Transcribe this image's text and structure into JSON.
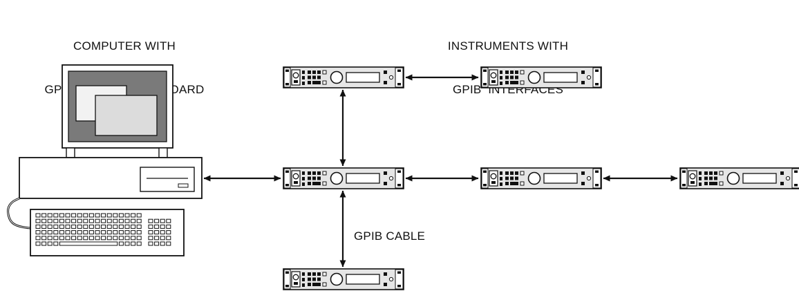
{
  "labels": {
    "computer_line1": "COMPUTER WITH",
    "computer_line2": "GPIB CONTROLLER BOARD",
    "instruments_line1": "INSTRUMENTS WITH",
    "instruments_line2": "GPIB  INTERFACES",
    "cable": "GPIB CABLE"
  },
  "colors": {
    "line": "#111111",
    "instrument_body": "#e6e6e6",
    "monitor_screen": "#7a7a7a",
    "window_back": "#f2f2f2",
    "window_front": "#dcdcdc"
  },
  "instruments": [
    {
      "id": "top-center"
    },
    {
      "id": "top-right"
    },
    {
      "id": "middle-center"
    },
    {
      "id": "middle-right"
    },
    {
      "id": "far-right"
    },
    {
      "id": "bottom-center"
    }
  ]
}
